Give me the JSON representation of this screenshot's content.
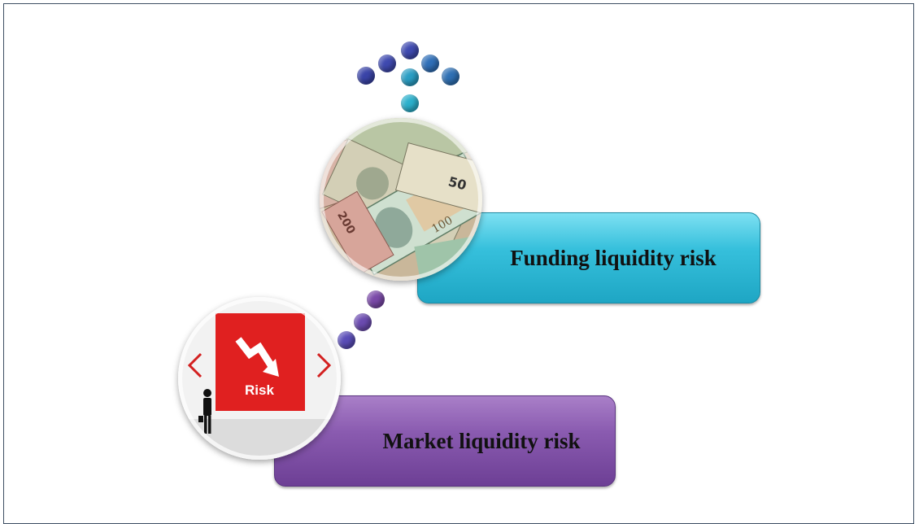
{
  "boxes": {
    "funding": {
      "label": "Funding liquidity risk",
      "color": "#2fb7d3"
    },
    "market": {
      "label": "Market liquidity risk",
      "color": "#7d4fa6"
    }
  },
  "images": {
    "money": {
      "denomination_1": "50",
      "denomination_2": "100",
      "denomination_3": "200"
    },
    "risk": {
      "sign_text": "Risk"
    }
  },
  "colors": {
    "dot_dark_blue": "#3f4fb0",
    "dot_mid_blue": "#2f73b8",
    "dot_cyan": "#2aa6c8",
    "dot_purple": "#7a49a8"
  }
}
